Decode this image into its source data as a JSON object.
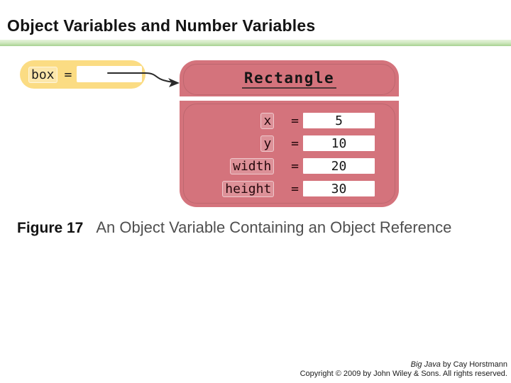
{
  "slide": {
    "title": "Object Variables and Number Variables"
  },
  "colors": {
    "accent_bar_green": "#cbe4ba",
    "variable_pill_yellow": "#fbdc83",
    "object_box_red": "#d4737c"
  },
  "diagram": {
    "variable": {
      "name": "box",
      "equals": "="
    },
    "object": {
      "class_name": "Rectangle",
      "fields": [
        {
          "name": "x",
          "equals": "=",
          "value": "5"
        },
        {
          "name": "y",
          "equals": "=",
          "value": "10"
        },
        {
          "name": "width",
          "equals": "=",
          "value": "20"
        },
        {
          "name": "height",
          "equals": "=",
          "value": "30"
        }
      ]
    }
  },
  "caption": {
    "label": "Figure 17",
    "text": "An Object Variable Containing an Object Reference"
  },
  "footer": {
    "book_title": "Big Java",
    "attribution": " by Cay Horstmann",
    "copyright": "Copyright © 2009 by John Wiley & Sons.  All rights reserved."
  }
}
